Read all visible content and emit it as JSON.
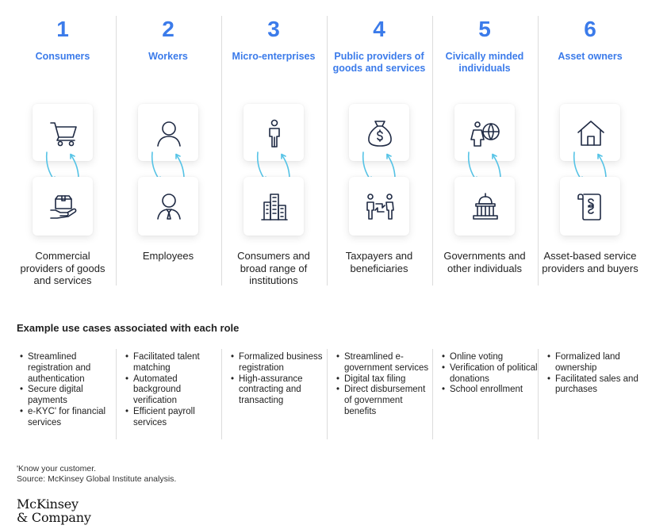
{
  "roles": [
    {
      "number": "1",
      "title": "Consumers",
      "result": "Commercial providers of goods and services",
      "icon_top": "cart-icon",
      "icon_bottom": "package-hand-icon"
    },
    {
      "number": "2",
      "title": "Workers",
      "result": "Employees",
      "icon_top": "person-icon",
      "icon_bottom": "employee-icon"
    },
    {
      "number": "3",
      "title": "Micro-enterprises",
      "result": "Consumers and broad range of institutions",
      "icon_top": "standing-person-icon",
      "icon_bottom": "buildings-icon"
    },
    {
      "number": "4",
      "title": "Public providers of goods and services",
      "result": "Taxpayers and beneficiaries",
      "icon_top": "money-bag-icon",
      "icon_bottom": "exchange-people-icon"
    },
    {
      "number": "5",
      "title": "Civically minded individuals",
      "result": "Governments and other individuals",
      "icon_top": "person-globe-icon",
      "icon_bottom": "capitol-icon"
    },
    {
      "number": "6",
      "title": "Asset owners",
      "result": "Asset-based service providers and buyers",
      "icon_top": "house-icon",
      "icon_bottom": "legal-scroll-icon"
    }
  ],
  "use_cases_heading": "Example use cases associated with each role",
  "use_cases": [
    [
      "Streamlined registration and authentication",
      "Secure digital payments",
      "e-KYC' for financial services"
    ],
    [
      "Facilitated talent matching",
      "Automated background verification",
      "Efficient payroll services"
    ],
    [
      "Formalized business registration",
      "High-assurance contracting and transacting"
    ],
    [
      "Streamlined e-government services",
      "Digital tax filing",
      "Direct disbursement of government benefits"
    ],
    [
      "Online voting",
      "Verification of political donations",
      "School enrollment"
    ],
    [
      "Formalized land ownership",
      "Facilitated sales and purchases"
    ]
  ],
  "footnote": "'Know your customer.",
  "source": "Source: McKinsey Global Institute analysis.",
  "logo_line1": "McKinsey",
  "logo_line2": "& Company",
  "colors": {
    "accent": "#3b7bea",
    "arrow": "#55c3e6",
    "icon_stroke": "#1f2a44"
  }
}
